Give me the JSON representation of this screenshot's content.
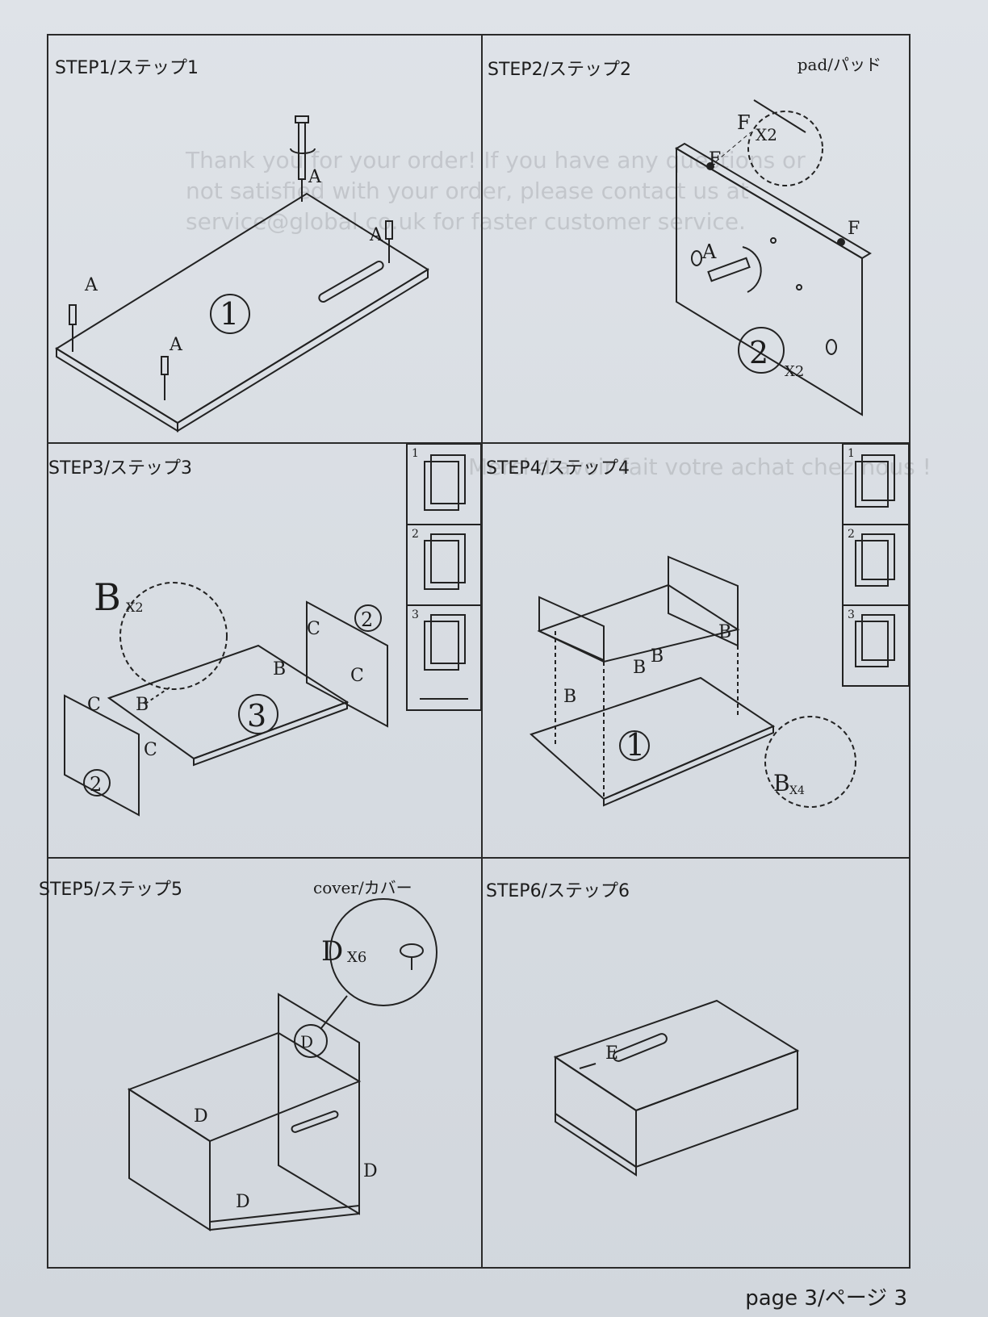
{
  "steps": [
    {
      "id": 1,
      "label": "STEP1/ステップ1",
      "part_number": "1",
      "callouts": [
        "A",
        "A",
        "A",
        "A"
      ]
    },
    {
      "id": 2,
      "label": "STEP2/ステップ2",
      "extra_label": "pad/パッド",
      "part_number": "2",
      "quantity": "X2",
      "callouts": [
        "F",
        "F",
        "F",
        "A"
      ],
      "detail_qty": "X2"
    },
    {
      "id": 3,
      "label": "STEP3/ステップ3",
      "part_number": "3",
      "side_part": "2",
      "hardware": "B",
      "hardware_qty": "X2",
      "callouts": [
        "B",
        "B",
        "C",
        "C",
        "C",
        "C"
      ],
      "insets": [
        "1",
        "2",
        "3"
      ]
    },
    {
      "id": 4,
      "label": "STEP4/ステップ4",
      "part_number": "1",
      "hardware": "B",
      "hardware_qty": "X4",
      "callouts": [
        "B",
        "B",
        "B",
        "B"
      ],
      "insets": [
        "1",
        "2",
        "3"
      ]
    },
    {
      "id": 5,
      "label": "STEP5/ステップ5",
      "extra_label": "cover/カバー",
      "hardware": "D",
      "hardware_qty": "X6",
      "callouts": [
        "D",
        "D",
        "D",
        "D"
      ]
    },
    {
      "id": 6,
      "label": "STEP6/ステップ6",
      "callouts": [
        "E"
      ]
    }
  ],
  "footer": {
    "page": "page 3/ページ 3"
  },
  "colors": {
    "paper": "#dfe3e8",
    "ink": "#1c1c1c",
    "line": "#2a2a2a"
  }
}
